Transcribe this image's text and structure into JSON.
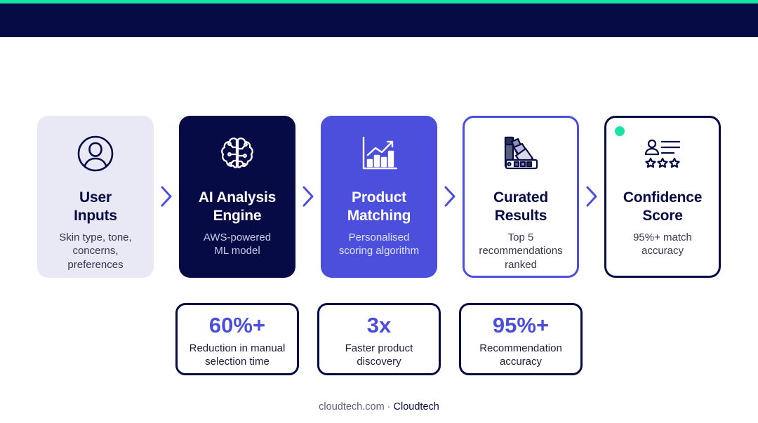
{
  "colors": {
    "navy": "#070b45",
    "accent": "#19e3a3",
    "indigo": "#4b4fdc",
    "light": "#e8e9f4"
  },
  "steps": [
    {
      "title_line1": "User",
      "title_line2": "Inputs",
      "desc": [
        "Skin type, tone,",
        "concerns,",
        "preferences"
      ],
      "icon": "user-icon"
    },
    {
      "title_line1": "AI Analysis",
      "title_line2": "Engine",
      "desc": [
        "AWS-powered",
        "ML model"
      ],
      "icon": "brain-icon"
    },
    {
      "title_line1": "Product",
      "title_line2": "Matching",
      "desc": [
        "Personalised",
        "scoring algorithm"
      ],
      "icon": "bar-chart-icon"
    },
    {
      "title_line1": "Curated",
      "title_line2": "Results",
      "desc": [
        "Top 5",
        "recommendations",
        "ranked"
      ],
      "icon": "swatch-icon"
    },
    {
      "title_line1": "Confidence",
      "title_line2": "Score",
      "desc": [
        "95%+ match",
        "accuracy"
      ],
      "icon": "rating-icon"
    }
  ],
  "stats": [
    {
      "value": "60%+",
      "label": [
        "Reduction in manual",
        "selection time"
      ]
    },
    {
      "value": "3x",
      "label": [
        "Faster product",
        "discovery"
      ]
    },
    {
      "value": "95%+",
      "label": [
        "Recommendation",
        "accuracy"
      ]
    }
  ],
  "footer": {
    "site": "cloudtech.com",
    "separator": " · ",
    "brand": "Cloudtech"
  }
}
